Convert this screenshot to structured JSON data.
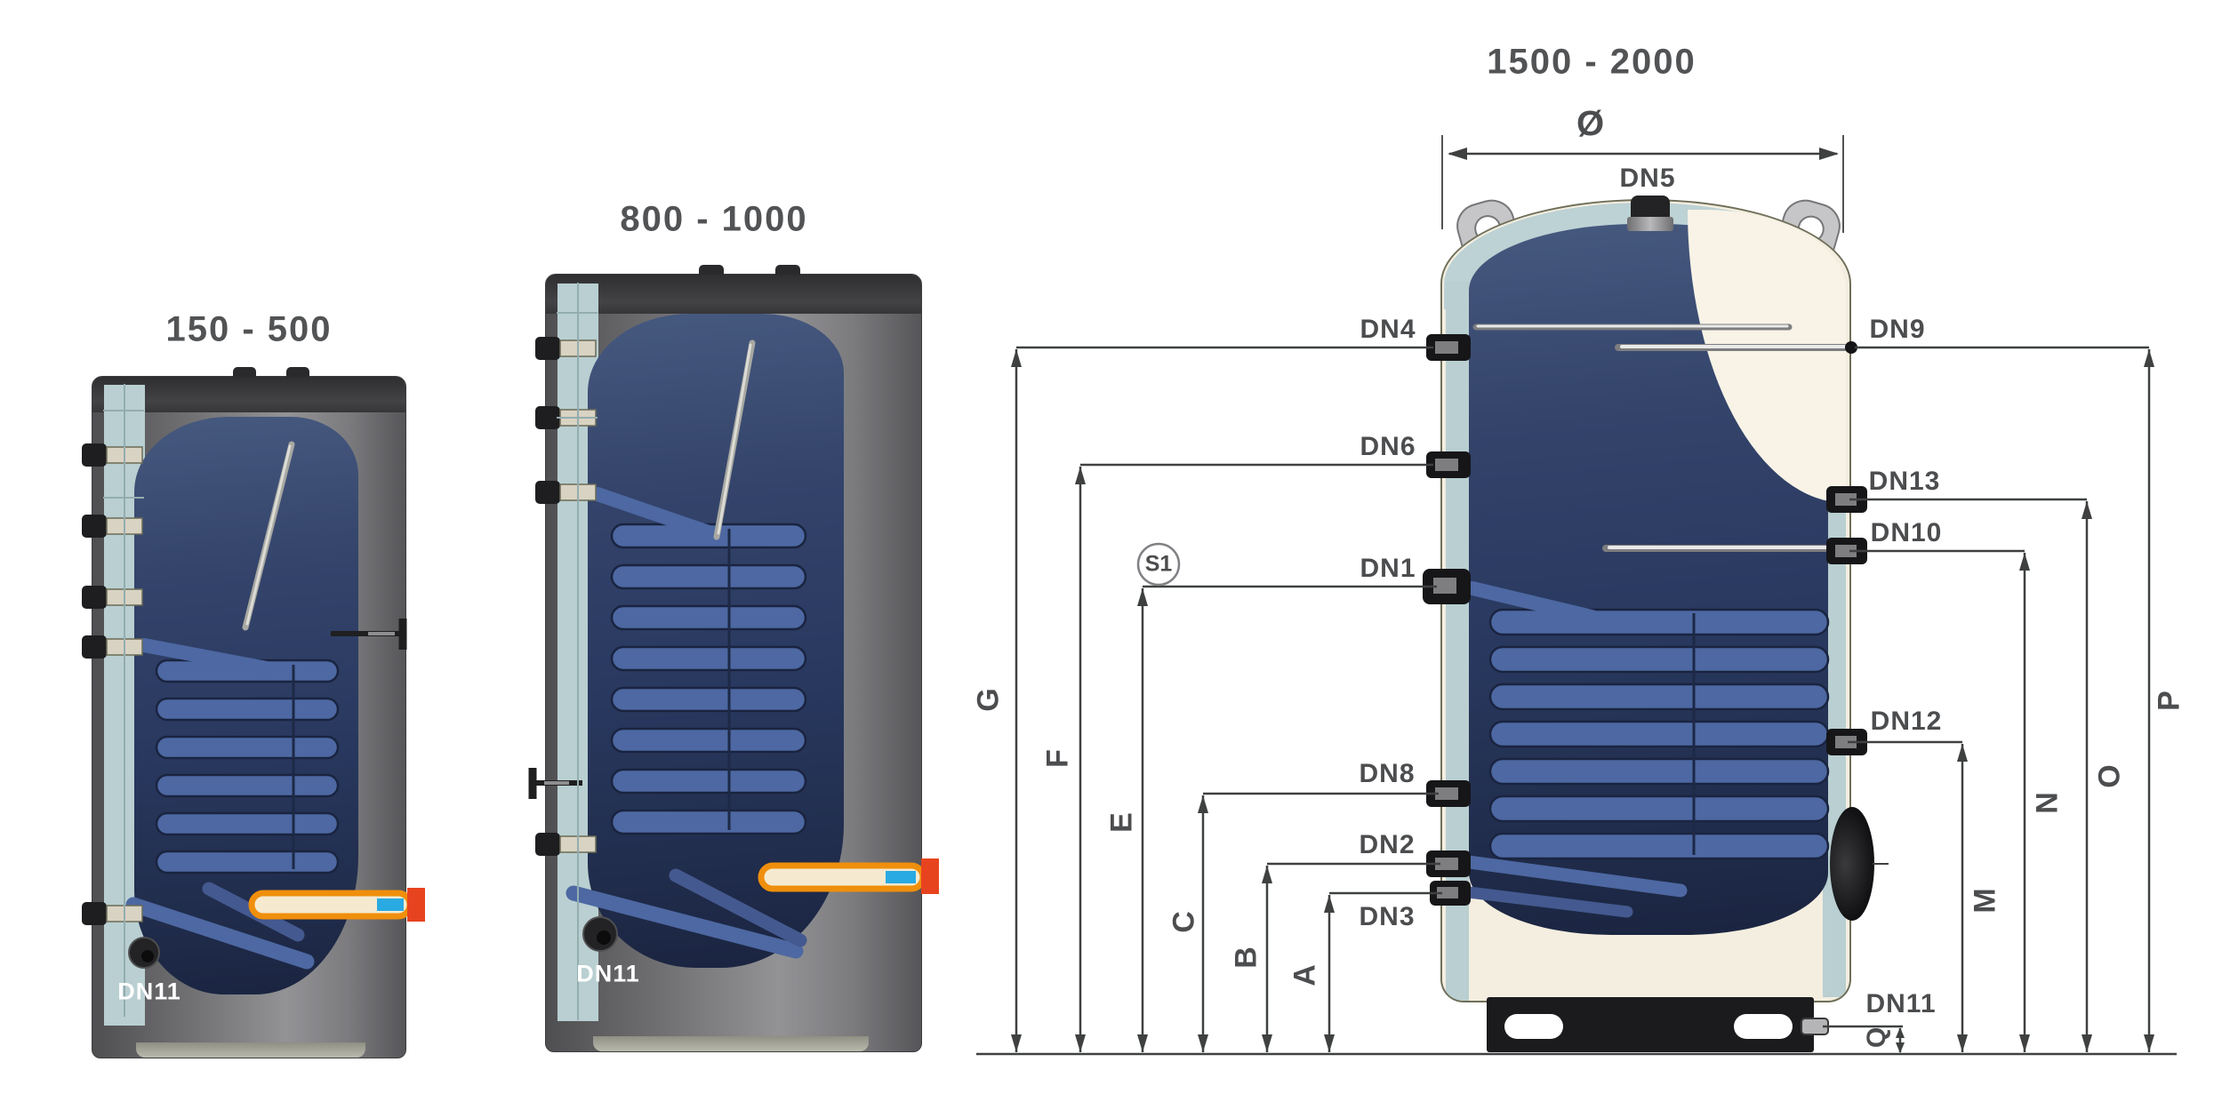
{
  "tanks": {
    "small": {
      "title": "150 - 500",
      "drain_label": "DN11"
    },
    "medium": {
      "title": "800 - 1000",
      "drain_label": "DN11"
    },
    "large": {
      "title": "1500 - 2000"
    }
  },
  "annotations": {
    "diameter_symbol": "Ø",
    "sensor_tag": "S1",
    "ports": {
      "dn5": "DN5",
      "dn4": "DN4",
      "dn6": "DN6",
      "dn1": "DN1",
      "dn8": "DN8",
      "dn2": "DN2",
      "dn3": "DN3",
      "dn9": "DN9",
      "dn13": "DN13",
      "dn10": "DN10",
      "dn12": "DN12",
      "dn11": "DN11"
    },
    "dims": {
      "g": "G",
      "f": "F",
      "e": "E",
      "c": "C",
      "b": "B",
      "a": "A",
      "m": "M",
      "n": "N",
      "o": "O",
      "p": "P",
      "q": "Q"
    }
  },
  "colors": {
    "label_gray": "#4c4d4f",
    "line_gray": "#3f4040",
    "tank_navy": "#2c3c60",
    "coil_blue": "#4d68a2",
    "insulation_blue": "#bdd2d4",
    "shell_gray": "#6e6e71",
    "insulation_cream": "#f4eee0",
    "heater_orange": "#ef8f0c",
    "heater_cap_red": "#e8431f",
    "heater_tip_blue": "#2aaae2",
    "base_black": "#1b1b1d"
  }
}
